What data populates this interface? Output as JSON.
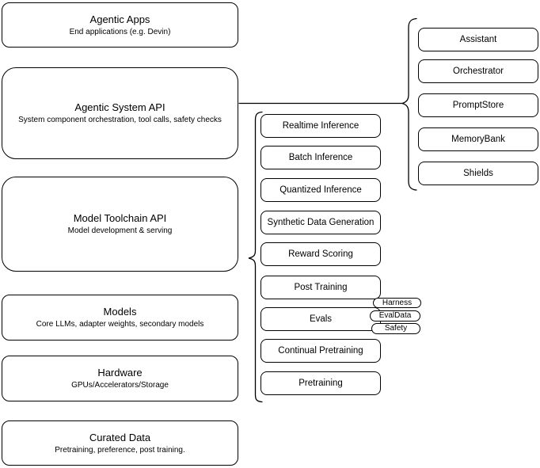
{
  "diagram": {
    "layers": [
      {
        "title": "Agentic Apps",
        "subtitle": "End applications (e.g. Devin)"
      },
      {
        "title": "Agentic System API",
        "subtitle": "System component orchestration, tool calls, safety checks"
      },
      {
        "title": "Model Toolchain API",
        "subtitle": "Model development & serving"
      },
      {
        "title": "Models",
        "subtitle": "Core LLMs, adapter weights, secondary models"
      },
      {
        "title": "Hardware",
        "subtitle": "GPUs/Accelerators/Storage"
      },
      {
        "title": "Curated Data",
        "subtitle": "Pretraining, preference, post training."
      }
    ],
    "toolchain_nodes": [
      "Realtime Inference",
      "Batch Inference",
      "Quantized Inference",
      "Synthetic Data Generation",
      "Reward Scoring",
      "Post Training",
      "Evals",
      "Continual Pretraining",
      "Pretraining"
    ],
    "eval_tags": [
      "Harness",
      "EvalData",
      "Safety"
    ],
    "system_components": [
      "Assistant",
      "Orchestrator",
      "PromptStore",
      "MemoryBank",
      "Shields"
    ],
    "colors": {
      "border": "#000000",
      "fill": "#ffffff",
      "text": "#000000"
    }
  }
}
